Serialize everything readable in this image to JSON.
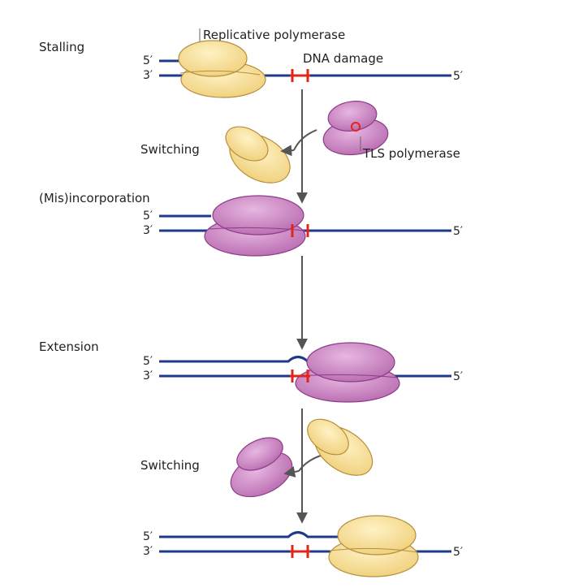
{
  "labels": {
    "stalling": "Stalling",
    "switching_1": "Switching",
    "misincorporation": "(Mis)incorporation",
    "extension": "Extension",
    "switching_2": "Switching",
    "replicative_polymerase": "Replicative polymerase",
    "dna_damage": "DNA damage",
    "tls_polymerase": "TLS polymerase"
  },
  "strand_ends": {
    "five_prime": "5′",
    "three_prime": "3′"
  },
  "colors": {
    "dna_strand": "#1f3a8a",
    "damage": "#e0251b",
    "replicative_fill": "#f7d98b",
    "replicative_stroke": "#b58f3c",
    "tls_fill": "#c67cbf",
    "tls_stroke": "#8c3d86",
    "arrow": "#555555"
  }
}
